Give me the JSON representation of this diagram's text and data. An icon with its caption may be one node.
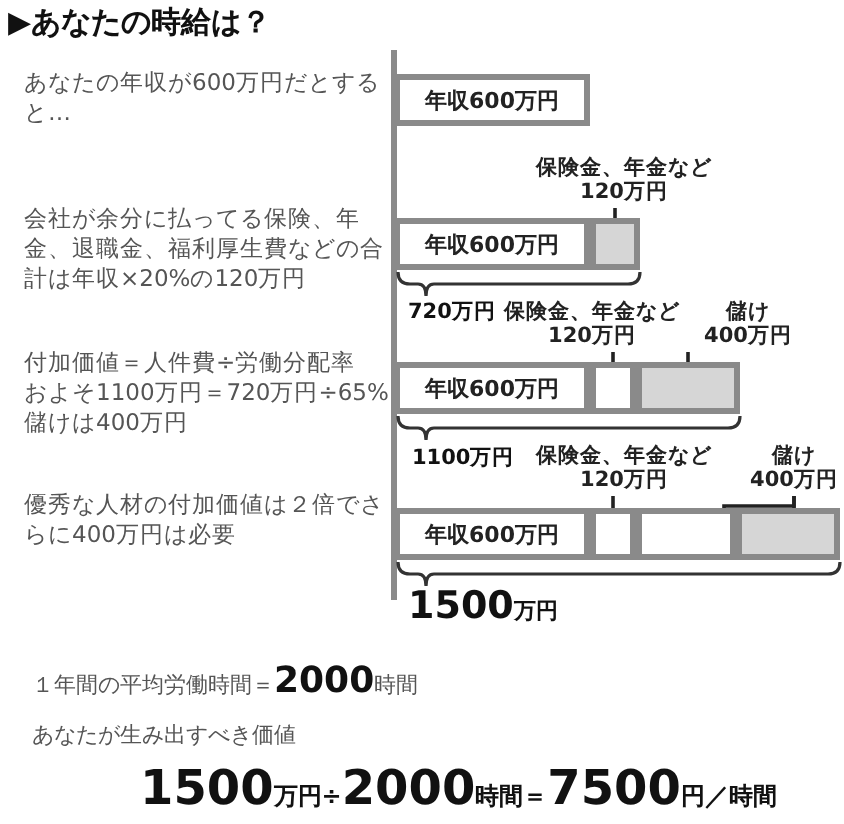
{
  "diagram": {
    "title": "▶あなたの時給は？",
    "nodes": [
      {
        "text": [
          "年収600万円"
        ]
      },
      {
        "text": [
          "保険金、年金など",
          "120万円"
        ]
      },
      {
        "text": [
          "年収600万円"
        ]
      },
      {
        "text": [],
        "shape": "box"
      },
      {
        "text": [
          "保険金、年金など",
          "120万円"
        ]
      },
      {
        "text": [
          "儲け",
          "400万円"
        ]
      },
      {
        "text": [
          "年収600万円"
        ]
      },
      {
        "text": [],
        "shape": "box"
      },
      {
        "text": [],
        "shape": "box"
      },
      {
        "text": [
          "保険金、年金など",
          "120万円"
        ]
      },
      {
        "text": [
          "儲け",
          "400万円"
        ]
      },
      {
        "text": [
          "年収600万円"
        ]
      },
      {
        "text": [],
        "shape": "box"
      },
      {
        "text": [],
        "shape": "box"
      },
      {
        "text": [],
        "shape": "box"
      }
    ],
    "edges": [
      {
        "from": 1,
        "to": 3,
        "arrow": "none"
      },
      {
        "from": 4,
        "to": 7,
        "arrow": "none"
      },
      {
        "from": 5,
        "to": 8,
        "arrow": "none"
      },
      {
        "from": 9,
        "to": 12,
        "arrow": "none"
      },
      {
        "from": 10,
        "to": 13,
        "arrow": "none"
      },
      {
        "from": 10,
        "to": 14,
        "arrow": "none"
      }
    ],
    "labels": [
      "あなたの年収が600万円だとすると…",
      "会社が余分に払ってる保険、年金、退職金、福利厚生費などの合計は年収×20%の120万円",
      "720万円",
      "付加価値＝人件費÷労働分配率",
      "およそ1100万円＝720万円÷65%",
      "儲けは400万円",
      "1100万円",
      "優秀な人材の付加価値は２倍でさらに400万円は必要",
      "1500万円",
      "１年間の平均労働時間＝2000時間",
      "あなたが生み出すべき価値",
      "1500万円÷2000時間＝7500円／時間"
    ]
  }
}
